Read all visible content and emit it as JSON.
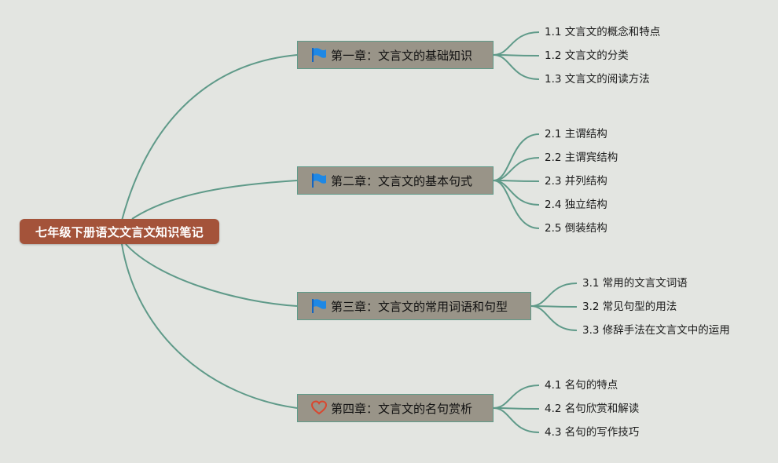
{
  "root": {
    "label": "七年级下册语文文言文知识笔记"
  },
  "chapters": [
    {
      "label": "第一章：文言文的基础知识",
      "icon": "flag-icon",
      "topics": [
        "1.1 文言文的概念和特点",
        "1.2 文言文的分类",
        "1.3 文言文的阅读方法"
      ]
    },
    {
      "label": "第二章：文言文的基本句式",
      "icon": "flag-icon",
      "topics": [
        "2.1 主谓结构",
        "2.2 主谓宾结构",
        "2.3 并列结构",
        "2.4 独立结构",
        "2.5 倒装结构"
      ]
    },
    {
      "label": "第三章：文言文的常用词语和句型",
      "icon": "flag-icon",
      "topics": [
        "3.1 常用的文言文词语",
        "3.2 常见句型的用法",
        "3.3 修辞手法在文言文中的运用"
      ]
    },
    {
      "label": "第四章：文言文的名句赏析",
      "icon": "heart-icon",
      "topics": [
        "4.1 名句的特点",
        "4.2 名句欣赏和解读",
        "4.3 名句的写作技巧"
      ]
    }
  ],
  "colors": {
    "background": "#e3e5e1",
    "root_fill": "#a4533a",
    "chapter_fill": "#999488",
    "connector": "#5f9a89",
    "flag": "#1e88e5",
    "heart": "#d9472f"
  }
}
